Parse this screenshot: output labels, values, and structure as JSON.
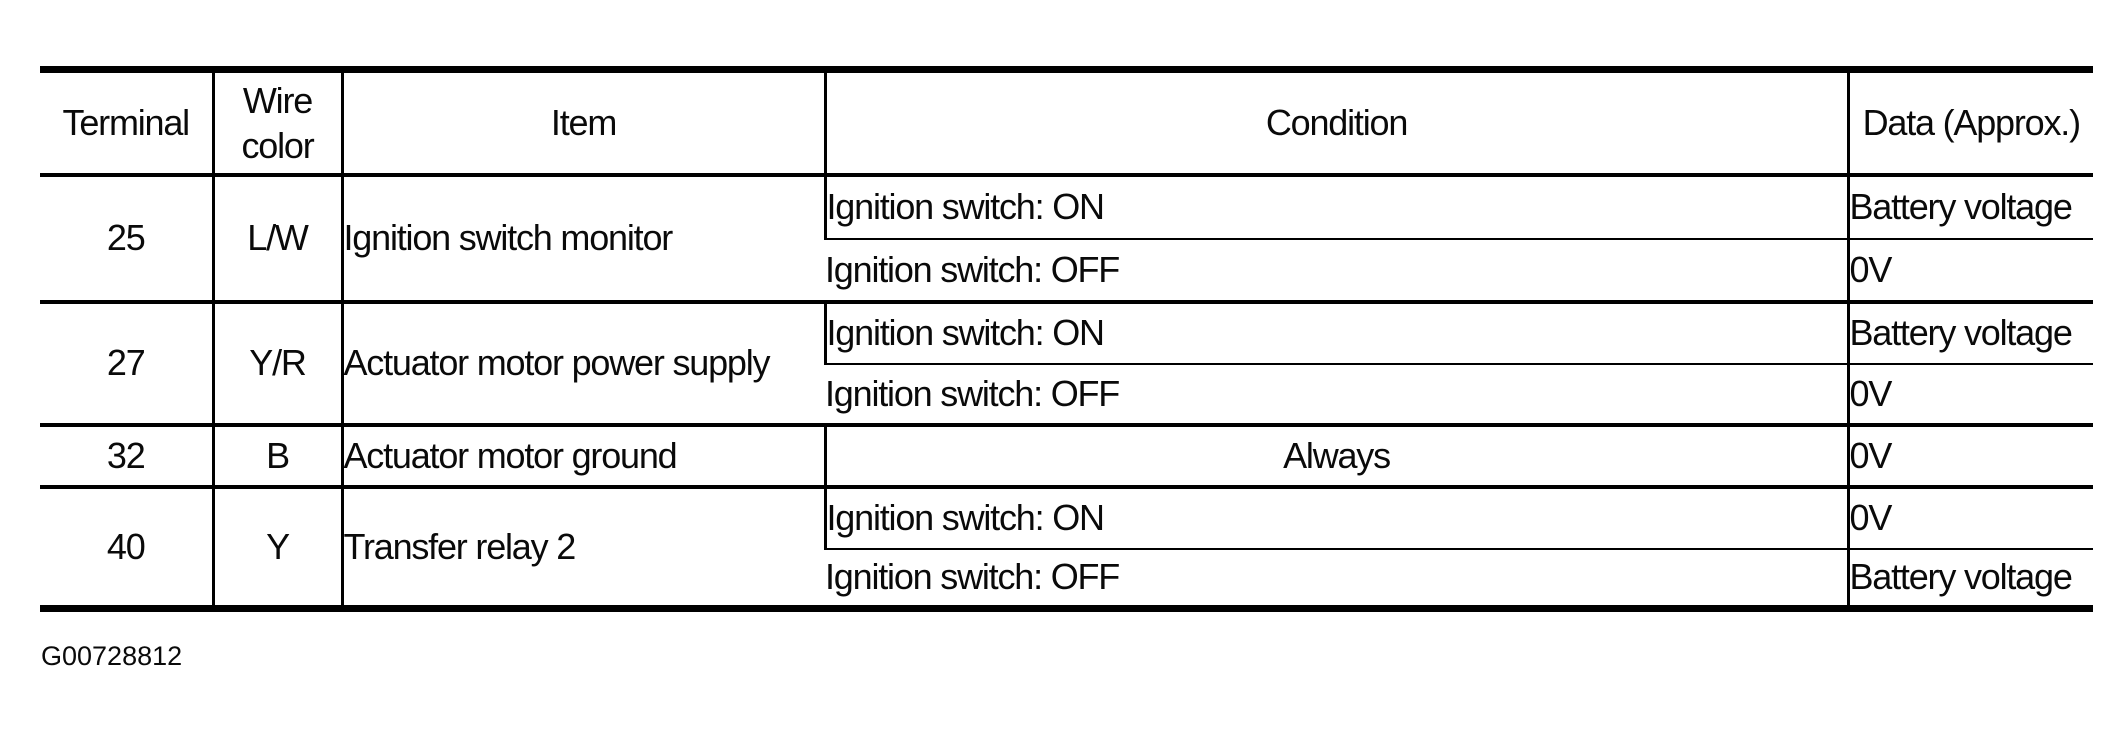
{
  "table": {
    "headers": {
      "terminal": "Terminal",
      "wire_color": "Wire color",
      "item": "Item",
      "condition": "Condition",
      "data": "Data (Approx.)"
    },
    "rows": [
      {
        "terminal": "25",
        "wire_color": "L/W",
        "item": "Ignition switch monitor",
        "conditions": [
          {
            "condition": "Ignition switch: ON",
            "data": "Battery voltage"
          },
          {
            "condition": "Ignition switch: OFF",
            "data": "0V"
          }
        ]
      },
      {
        "terminal": "27",
        "wire_color": "Y/R",
        "item": "Actuator motor power supply",
        "conditions": [
          {
            "condition": "Ignition switch: ON",
            "data": "Battery voltage"
          },
          {
            "condition": "Ignition switch: OFF",
            "data": "0V"
          }
        ]
      },
      {
        "terminal": "32",
        "wire_color": "B",
        "item": "Actuator motor ground",
        "conditions": [
          {
            "condition": "Always",
            "data": "0V"
          }
        ]
      },
      {
        "terminal": "40",
        "wire_color": "Y",
        "item": "Transfer relay 2",
        "conditions": [
          {
            "condition": "Ignition switch: ON",
            "data": "0V"
          },
          {
            "condition": "Ignition switch: OFF",
            "data": "Battery voltage"
          }
        ]
      }
    ]
  },
  "figure_id": "G00728812"
}
